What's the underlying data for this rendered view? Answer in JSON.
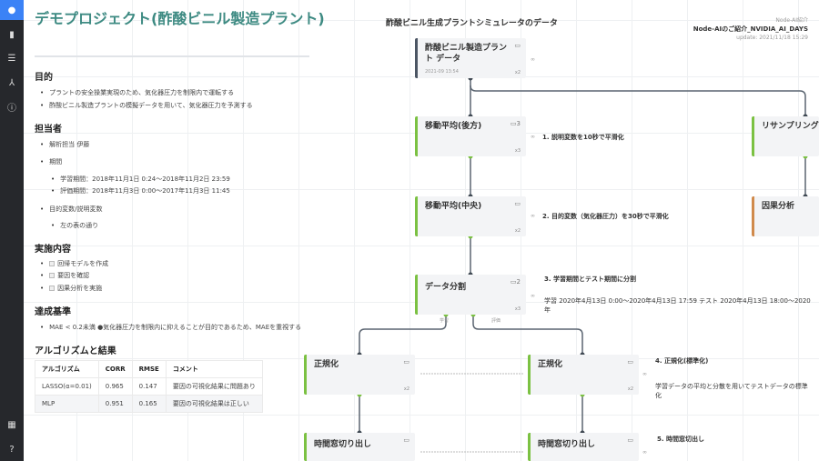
{
  "sidebar": {
    "items": [
      {
        "name": "home",
        "icon": "circle-icon"
      },
      {
        "name": "document",
        "icon": "file-icon"
      },
      {
        "name": "table",
        "icon": "table-icon"
      },
      {
        "name": "flow",
        "icon": "flow-icon"
      },
      {
        "name": "info",
        "icon": "info-icon"
      },
      {
        "name": "grid",
        "icon": "grid-icon"
      },
      {
        "name": "help",
        "icon": "help-icon"
      }
    ],
    "glyphs": {
      "home": "●",
      "document": "▮",
      "table": "☰",
      "flow": "⅄",
      "info": "ⓘ",
      "grid": "▦",
      "help": "?"
    }
  },
  "doc": {
    "title": "デモプロジェクト(酢酸ビニル製造プラント)",
    "purpose": {
      "heading": "目的",
      "items": [
        "プラントの安全操業実現のため、気化器圧力を制限内で運転する",
        "酢酸ビニル製造プラントの模擬データを用いて、気化器圧力を予測する"
      ]
    },
    "owner": {
      "heading": "担当者",
      "analyst": "解析担当 伊藤",
      "period": "期間",
      "train": "学習期間：2018年11月1日 0:24〜2018年11月2日 23:59",
      "eval": "評価期間：2018年11月3日 0:00〜2017年11月3日 11:45",
      "vars": "目的変数/説明変数",
      "vars_sub": "左の表の通り"
    },
    "tasks": {
      "heading": "実施内容",
      "items": [
        "回帰モデルを作成",
        "要因を確認",
        "因果分析を実施"
      ]
    },
    "criteria": {
      "heading": "達成基準",
      "items": [
        "MAE < 0.2未満 ●気化器圧力を制限内に抑えることが目的であるため、MAEを重視する"
      ]
    },
    "results": {
      "heading": "アルゴリズムと結果",
      "columns": [
        "アルゴリズム",
        "CORR",
        "RMSE",
        "コメント"
      ],
      "rows": [
        [
          "LASSO(α=0.01)",
          "0.965",
          "0.147",
          "要因の可視化結果に問題あり"
        ],
        [
          "MLP",
          "0.951",
          "0.165",
          "要因の可視化結果は正しい"
        ]
      ]
    }
  },
  "flow": {
    "title": "酢酸ビニル生成プラントシミュレータのデータ",
    "meta": {
      "category": "Node-AI紹介",
      "name": "Node-AIのご紹介_NVIDIA_AI_DAYS",
      "update": "update: 2021/11/18 15:29"
    },
    "nodes": {
      "source": {
        "title": "酢酸ビニル製造プラント データ",
        "date": "2021-09 13:54",
        "count": "x2"
      },
      "ma_back": {
        "title": "移動平均(後方)",
        "comments": "3",
        "count": "x3"
      },
      "ma_center": {
        "title": "移動平均(中央)",
        "count": "x2"
      },
      "split": {
        "title": "データ分割",
        "comments": "2",
        "count": "x3",
        "out_train": "学習",
        "out_eval": "評価"
      },
      "resample": {
        "title": "リサンプリング"
      },
      "causal": {
        "title": "因果分析"
      },
      "norm_l": {
        "title": "正規化",
        "count": "x2"
      },
      "norm_r": {
        "title": "正規化",
        "count": "x2"
      },
      "win_l": {
        "title": "時間窓切り出し"
      },
      "win_r": {
        "title": "時間窓切り出し"
      }
    },
    "notes": {
      "n1": "1. 説明変数を10秒で平滑化",
      "n2": "2. 目的変数（気化器圧力）を30秒で平滑化",
      "n3": "3. 学習期間とテスト期間に分割",
      "n3b": "学習 2020年4月13日 0:00〜2020年4月13日 17:59 テスト 2020年4月13日 18:00〜2020年",
      "n4": "4. 正規化(標準化)",
      "n4b": "学習データの平均と分散を用いてテストデータの標準化",
      "n5": "5. 時間窓切出し"
    }
  }
}
